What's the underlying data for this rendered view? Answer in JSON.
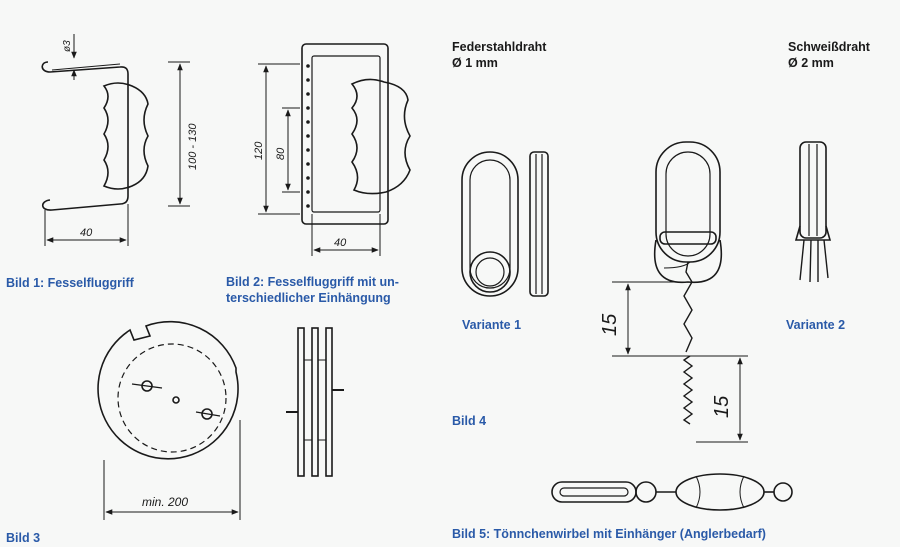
{
  "captions": {
    "bild1": "Bild 1: Fesselfluggriff",
    "bild2_line1": "Bild 2: Fesselfluggriff mit un-",
    "bild2_line2": "terschiedlicher Einhängung",
    "bild3": "Bild 3",
    "bild4": "Bild 4",
    "bild5": "Bild 5: Tönnchenwirbel mit Einhänger (Anglerbedarf)",
    "variante1": "Variante 1",
    "variante2": "Variante 2"
  },
  "wire_labels": {
    "spring_steel": "Federstahldraht",
    "spring_steel_dia": "Ø 1 mm",
    "welding_wire": "Schweißdraht",
    "welding_wire_dia": "Ø 2 mm"
  },
  "dimensions": {
    "fig1_diameter": "ø3",
    "fig1_height": "100 - 130",
    "fig1_width": "40",
    "fig2_outer": "120",
    "fig2_inner": "80",
    "fig2_width": "40",
    "fig3_diameter": "min. 200",
    "fig4_upper": "15",
    "fig4_lower": "15"
  },
  "colors": {
    "caption": "#2a5aa8",
    "ink": "#1a1a1a",
    "background": "#f7f8f7"
  }
}
